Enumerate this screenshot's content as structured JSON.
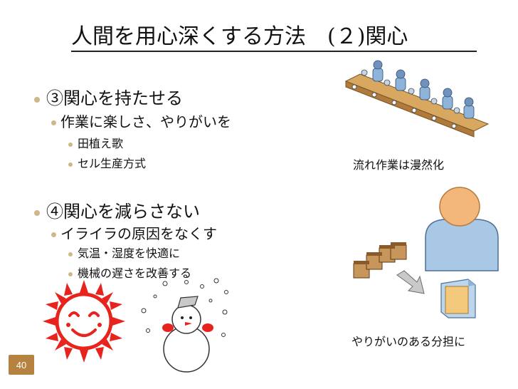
{
  "slide": {
    "title": "人間を用心深くする方法　(２)関心",
    "page_number": "40"
  },
  "bullets": {
    "item3": {
      "heading": "③関心を持たせる",
      "sub": "作業に楽しさ、やりがいを",
      "subsub": [
        "田植え歌",
        "セル生産方式"
      ]
    },
    "item4": {
      "heading": "④関心を減らさない",
      "sub": "イライラの原因をなくす",
      "subsub": [
        "気温・湿度を快適に",
        "機械の遅さを改善する"
      ]
    }
  },
  "captions": {
    "assembly_line": "流れ作業は漫然化",
    "worker": "やりがいのある分担に"
  },
  "colors": {
    "bullet": "#d0b68a",
    "page_badge": "#b5823f",
    "sun": "#e8231d",
    "worker_shirt": "#a8c8e6",
    "head": "#f3b77c"
  },
  "icons": [
    "assembly-line-illustration",
    "worker-illustration",
    "boxes-icon",
    "arrow-icon",
    "package-icon",
    "sun-face-illustration",
    "snowman-illustration"
  ]
}
